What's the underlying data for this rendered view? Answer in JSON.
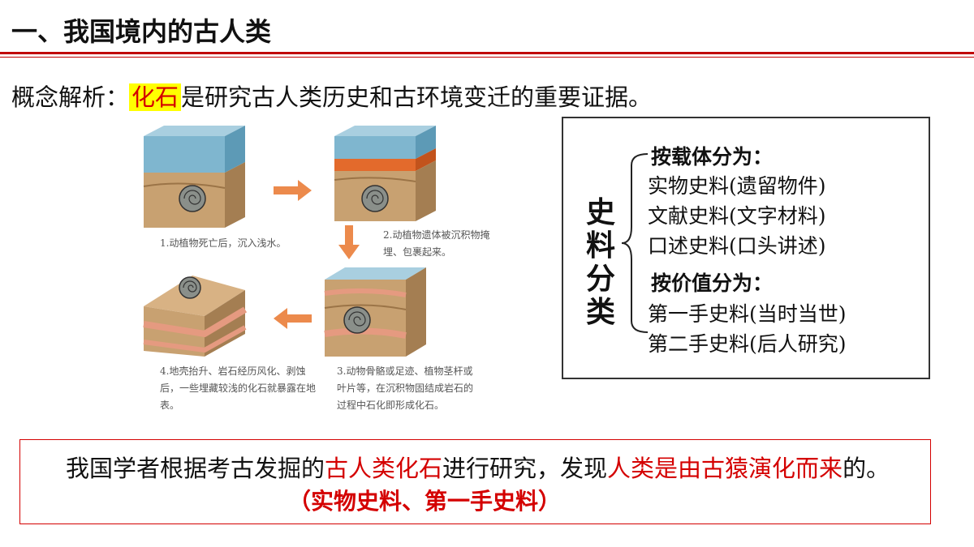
{
  "header": {
    "title": "一、我国境内的古人类"
  },
  "concept": {
    "prefix": "概念解析：",
    "keyword": "化石",
    "rest": "是研究古人类历史和古环境变迁的重要证据。"
  },
  "figure": {
    "captions": [
      "1.动植物死亡后，沉入浅水。",
      "2.动植物遗体被沉积物掩埋、包裹起来。",
      "3.动物骨骼或足迹、植物茎杆或叶片等，在沉积物固结成岩石的过程中石化即形成化石。",
      "4.地壳抬升、岩石经历风化、剥蚀后，一些埋藏较浅的化石就暴露在地表。"
    ]
  },
  "classification": {
    "main_label": [
      "史",
      "料",
      "分",
      "类"
    ],
    "lines": [
      {
        "text": "按载体分为：",
        "head": true
      },
      {
        "text": "实物史料(遗留物件)",
        "head": false
      },
      {
        "text": "文献史料(文字材料)",
        "head": false
      },
      {
        "text": "口述史料(口头讲述)",
        "head": false
      },
      {
        "text": "按价值分为：",
        "head": true
      },
      {
        "text": "第一手史料(当时当世)",
        "head": false
      },
      {
        "text": "第二手史料(后人研究)",
        "head": false
      }
    ]
  },
  "conclusion": {
    "part1": "我国学者根据考古发掘的",
    "part2": "古人类化石",
    "part3": "进行研究，发现",
    "part4": "人类是由古猿演化而来",
    "part5": "的。",
    "source_note": "（实物史料、第一手史料）"
  },
  "colors": {
    "accent_red": "#d40000",
    "highlight_yellow": "#ffff00",
    "rule_red": "#c00000"
  }
}
